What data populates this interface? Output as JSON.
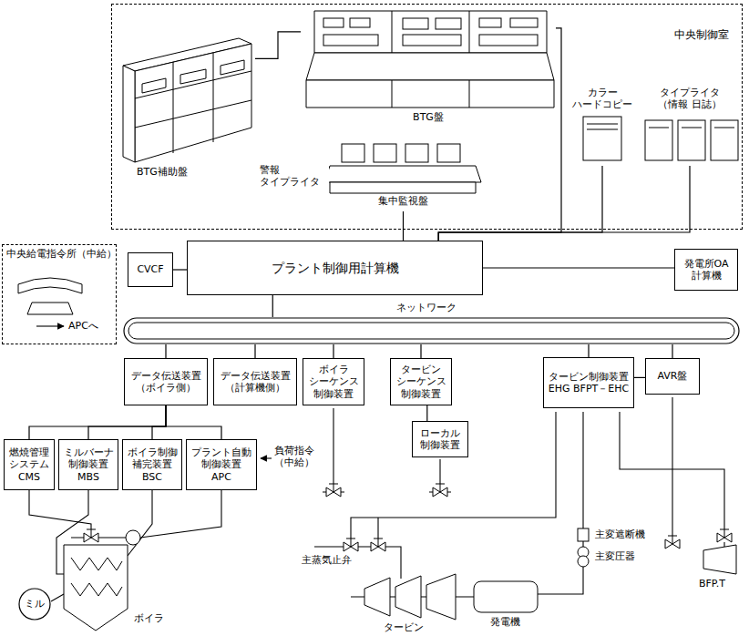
{
  "diagram": {
    "nodes": [
      {
        "text": [
          "中央制御室"
        ]
      },
      {
        "text": [
          "BTG補助盤"
        ],
        "in": 0
      },
      {
        "text": [
          "BTG盤"
        ],
        "in": 0
      },
      {
        "text": [
          "集中監視盤"
        ],
        "in": 0
      },
      {
        "text": [
          "カラー ハードコピー"
        ],
        "in": 0
      },
      {
        "text": [
          "タイプライタ （情報 日誌）"
        ],
        "in": 0
      },
      {
        "text": [
          "中央給電指令所（中給）"
        ]
      },
      {
        "text": [
          "CVCF"
        ]
      },
      {
        "text": [
          "プラント制御用計算機"
        ]
      },
      {
        "text": [
          "発電所OA 計算機"
        ]
      },
      {
        "text": [
          "ネットワーク"
        ]
      },
      {
        "text": [
          "データ伝送装置 （ボイラ側）"
        ]
      },
      {
        "text": [
          "データ伝送装置 （計算機側）"
        ]
      },
      {
        "text": [
          "ボイラ シーケンス 制御装置"
        ]
      },
      {
        "text": [
          "タービン シーケンス 制御装置"
        ]
      },
      {
        "text": [
          "タービン制御装置 EHG BFPT－EHC"
        ]
      },
      {
        "text": [
          "AVR盤"
        ]
      },
      {
        "text": [
          "ローカル 制御装置"
        ]
      },
      {
        "text": [
          "燃焼管理 システム",
          "CMS"
        ]
      },
      {
        "text": [
          "ミルバーナ 制御装置",
          "MBS"
        ]
      },
      {
        "text": [
          "ボイラ制御 補完装置",
          "BSC"
        ]
      },
      {
        "text": [
          "プラント自動 制御装置",
          "APC"
        ]
      },
      {
        "text": [
          "ミル"
        ]
      }
    ],
    "edges": [
      {
        "from": 1,
        "to": 2,
        "arrow": "none"
      },
      {
        "from": 2,
        "to": 8,
        "arrow": "none"
      },
      {
        "from": 3,
        "to": 8,
        "arrow": "none"
      },
      {
        "from": 4,
        "to": 8,
        "arrow": "none"
      },
      {
        "from": 5,
        "to": 8,
        "arrow": "none"
      },
      {
        "from": 7,
        "to": 8,
        "arrow": "none"
      },
      {
        "from": 8,
        "to": 9,
        "arrow": "none"
      },
      {
        "from": 8,
        "to": 10,
        "arrow": "none"
      },
      {
        "from": 10,
        "to": 11,
        "arrow": "none"
      },
      {
        "from": 10,
        "to": 12,
        "arrow": "none"
      },
      {
        "from": 10,
        "to": 13,
        "arrow": "none"
      },
      {
        "from": 10,
        "to": 14,
        "arrow": "none"
      },
      {
        "from": 10,
        "to": 15,
        "arrow": "none"
      },
      {
        "from": 10,
        "to": 16,
        "arrow": "none"
      },
      {
        "from": 11,
        "to": 18,
        "arrow": "none"
      },
      {
        "from": 11,
        "to": 19,
        "arrow": "none"
      },
      {
        "from": 11,
        "to": 20,
        "arrow": "none"
      },
      {
        "from": 11,
        "to": 21,
        "arrow": "none"
      },
      {
        "from": 14,
        "to": 17,
        "arrow": "none"
      },
      {
        "from": 15,
        "to": 16,
        "arrow": "none"
      }
    ],
    "labels": [
      "警報 タイプライタ",
      "APCへ",
      "負荷指令 （中給）",
      "ボイラ",
      "主蒸気止弁",
      "タービン",
      "発電機",
      "主変遮断機",
      "主変圧器",
      "BFP.T"
    ]
  }
}
